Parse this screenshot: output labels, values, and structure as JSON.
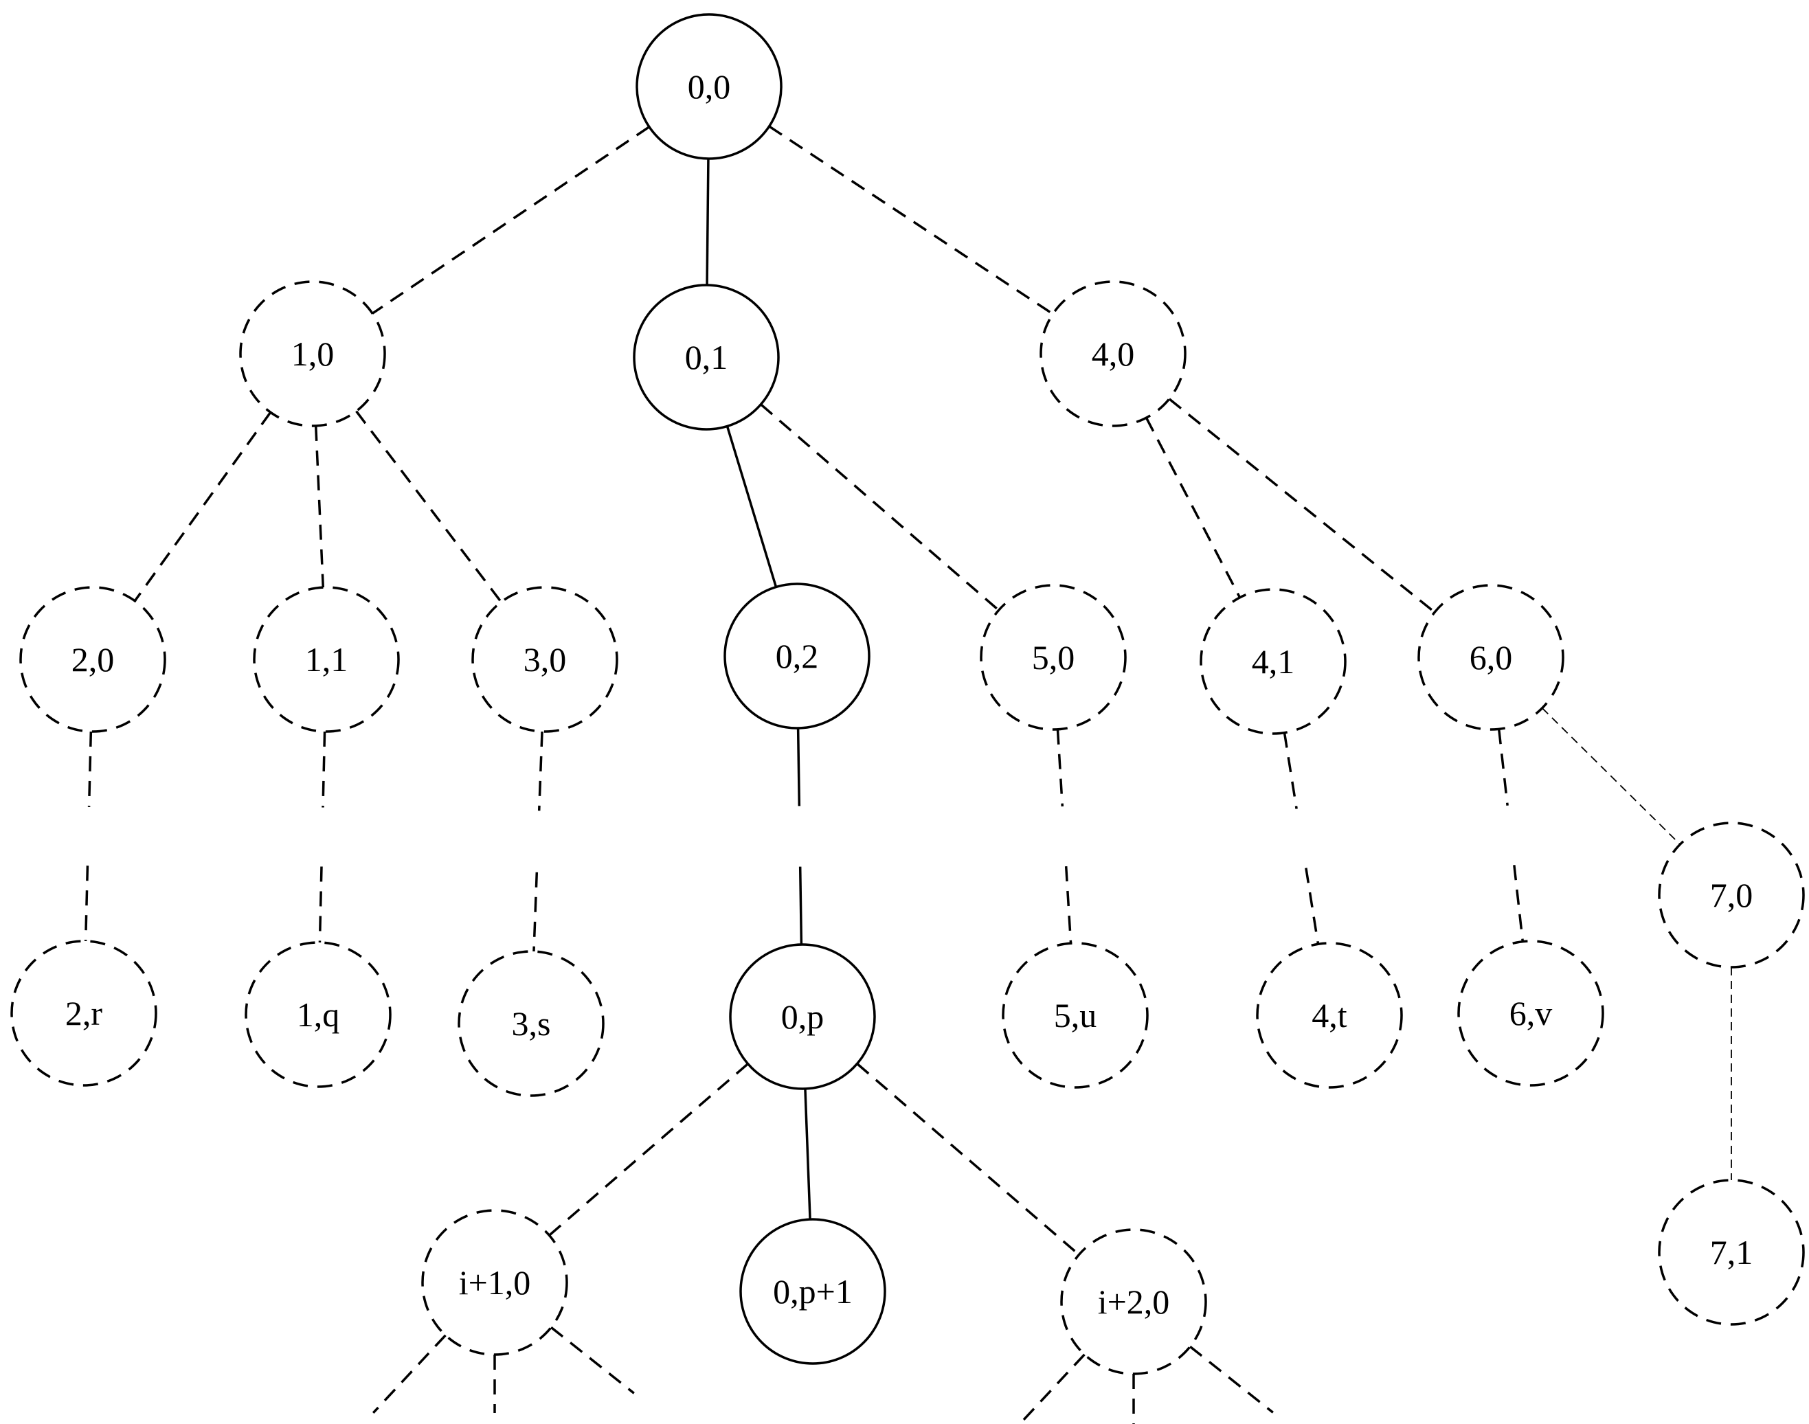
{
  "diagram": {
    "type": "tree",
    "nodes": [
      {
        "id": "n00",
        "label": "0,0",
        "style": "solid"
      },
      {
        "id": "n10",
        "label": "1,0",
        "style": "dashed"
      },
      {
        "id": "n01",
        "label": "0,1",
        "style": "solid"
      },
      {
        "id": "n40",
        "label": "4,0",
        "style": "dashed"
      },
      {
        "id": "n20",
        "label": "2,0",
        "style": "dashed"
      },
      {
        "id": "n11",
        "label": "1,1",
        "style": "dashed"
      },
      {
        "id": "n30",
        "label": "3,0",
        "style": "dashed"
      },
      {
        "id": "n02",
        "label": "0,2",
        "style": "solid"
      },
      {
        "id": "n50",
        "label": "5,0",
        "style": "dashed"
      },
      {
        "id": "n41",
        "label": "4,1",
        "style": "dashed"
      },
      {
        "id": "n60",
        "label": "6,0",
        "style": "dashed"
      },
      {
        "id": "n70",
        "label": "7,0",
        "style": "dashed"
      },
      {
        "id": "n2r",
        "label": "2,r",
        "style": "dashed"
      },
      {
        "id": "n1q",
        "label": "1,q",
        "style": "dashed"
      },
      {
        "id": "n3s",
        "label": "3,s",
        "style": "dashed"
      },
      {
        "id": "n0p",
        "label": "0,p",
        "style": "solid"
      },
      {
        "id": "n5u",
        "label": "5,u",
        "style": "dashed"
      },
      {
        "id": "n4t",
        "label": "4,t",
        "style": "dashed"
      },
      {
        "id": "n6v",
        "label": "6,v",
        "style": "dashed"
      },
      {
        "id": "ni10",
        "label": "i+1,0",
        "style": "dashed"
      },
      {
        "id": "n0p1",
        "label": "0,p+1",
        "style": "solid"
      },
      {
        "id": "ni20",
        "label": "i+2,0",
        "style": "dashed"
      },
      {
        "id": "n71",
        "label": "7,1",
        "style": "dashed"
      }
    ],
    "edges": [
      {
        "from": "n00",
        "to": "n10",
        "style": "dashed"
      },
      {
        "from": "n00",
        "to": "n01",
        "style": "solid"
      },
      {
        "from": "n00",
        "to": "n40",
        "style": "dashed"
      },
      {
        "from": "n10",
        "to": "n20",
        "style": "dashed"
      },
      {
        "from": "n10",
        "to": "n11",
        "style": "dashed"
      },
      {
        "from": "n10",
        "to": "n30",
        "style": "dashed"
      },
      {
        "from": "n01",
        "to": "n02",
        "style": "solid"
      },
      {
        "from": "n01",
        "to": "n50",
        "style": "dashed"
      },
      {
        "from": "n40",
        "to": "n41",
        "style": "dashed"
      },
      {
        "from": "n40",
        "to": "n60",
        "style": "dashed"
      },
      {
        "from": "n60",
        "to": "n70",
        "style": "thin"
      },
      {
        "from": "n70",
        "to": "n71",
        "style": "thin"
      },
      {
        "from": "n0p",
        "to": "ni10",
        "style": "dashed"
      },
      {
        "from": "n0p",
        "to": "n0p1",
        "style": "solid"
      },
      {
        "from": "n0p",
        "to": "ni20",
        "style": "dashed"
      }
    ],
    "elided_edges": [
      {
        "from": "n20",
        "to": "n2r",
        "style": "dashed"
      },
      {
        "from": "n11",
        "to": "n1q",
        "style": "dashed"
      },
      {
        "from": "n30",
        "to": "n3s",
        "style": "dashed"
      },
      {
        "from": "n02",
        "to": "n0p",
        "style": "solid"
      },
      {
        "from": "n50",
        "to": "n5u",
        "style": "dashed"
      },
      {
        "from": "n41",
        "to": "n4t",
        "style": "dashed"
      },
      {
        "from": "n60",
        "to": "n6v",
        "style": "dashed"
      }
    ],
    "open_edges": [
      {
        "from": "ni10",
        "direction": "down-left",
        "style": "dashed"
      },
      {
        "from": "ni10",
        "direction": "down",
        "style": "dashed"
      },
      {
        "from": "ni10",
        "direction": "down-right",
        "style": "dashed"
      },
      {
        "from": "ni20",
        "direction": "down-left",
        "style": "dashed"
      },
      {
        "from": "ni20",
        "direction": "down",
        "style": "dashed"
      },
      {
        "from": "ni20",
        "direction": "down-right",
        "style": "dashed"
      }
    ]
  }
}
